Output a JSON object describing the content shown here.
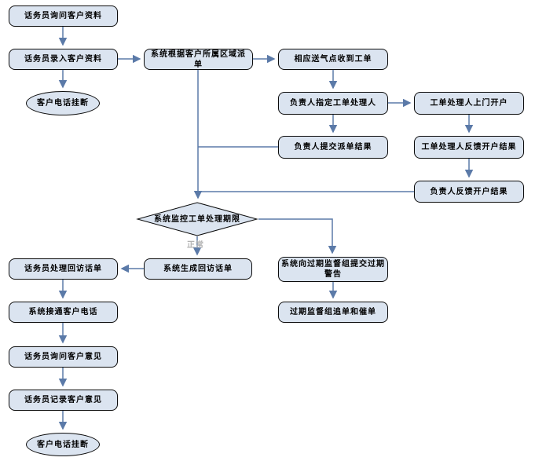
{
  "colors": {
    "node_fill": "#dbe4f0",
    "node_border": "#0b0b0b",
    "line": "#5b7aa8",
    "text": "#000000",
    "edge_label": "#b3b3b3",
    "background": "#ffffff"
  },
  "nodes": {
    "ask_info": {
      "label": "话务员询问客户资料",
      "shape": "process"
    },
    "enter_info": {
      "label": "话务员录入客户资料",
      "shape": "process"
    },
    "hangup_top": {
      "label": "客户电话挂断",
      "shape": "terminator"
    },
    "dispatch": {
      "label": "系统根据客户所属区域派单",
      "shape": "process"
    },
    "station_receive": {
      "label": "相应送气点收到工单",
      "shape": "process"
    },
    "assign_handler": {
      "label": "负责人指定工单处理人",
      "shape": "process"
    },
    "door_open": {
      "label": "工单处理人上门开户",
      "shape": "process"
    },
    "submit_dispatch": {
      "label": "负责人提交派单结果",
      "shape": "process"
    },
    "handler_feedback": {
      "label": "工单处理人反馈开户结果",
      "shape": "process"
    },
    "manager_feedback": {
      "label": "负责人反馈开户结果",
      "shape": "process"
    },
    "monitor_decision": {
      "label": "系统监控工单处理期限",
      "shape": "decision"
    },
    "gen_callback": {
      "label": "系统生成回访话单",
      "shape": "process"
    },
    "handle_callback": {
      "label": "话务员处理回访话单",
      "shape": "process"
    },
    "connect_phone": {
      "label": "系统接通客户电话",
      "shape": "process"
    },
    "ask_opinion": {
      "label": "话务员询问客户意见",
      "shape": "process"
    },
    "record_opinion": {
      "label": "话务员记录客户意见",
      "shape": "process"
    },
    "hangup_bottom": {
      "label": "客户电话挂断",
      "shape": "terminator"
    },
    "overdue_warning": {
      "label": "系统向过期监督组提交过期警告",
      "shape": "process"
    },
    "overdue_chase": {
      "label": "过期监督组追单和催单",
      "shape": "process"
    }
  },
  "edge_labels": {
    "normal": "正常"
  }
}
